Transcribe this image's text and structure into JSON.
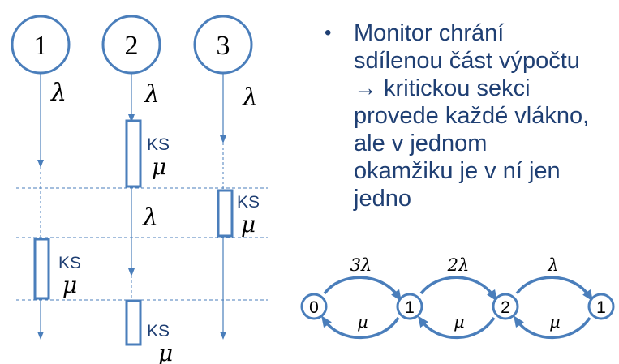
{
  "threads": [
    {
      "label": "1"
    },
    {
      "label": "2"
    },
    {
      "label": "3"
    }
  ],
  "arrival_rate_label": "λ",
  "critical_section_label": "KS",
  "service_rate_label": "μ",
  "bullet": {
    "lines": [
      "Monitor chrání",
      "sdílenou část výpočtu",
      "→ kritickou sekci",
      "provede každé vlákno,",
      "ale v jednom",
      "okamžiku je v ní jen",
      "jedno"
    ]
  },
  "state_diagram": {
    "states": [
      "0",
      "1",
      "2",
      "1"
    ],
    "forward_rates": [
      "3λ",
      "2λ",
      "λ"
    ],
    "backward_rates": [
      "μ",
      "μ",
      "μ"
    ]
  },
  "colors": {
    "line": "#4a7ebb",
    "text_blue": "#1f3f73",
    "black": "#000000"
  }
}
